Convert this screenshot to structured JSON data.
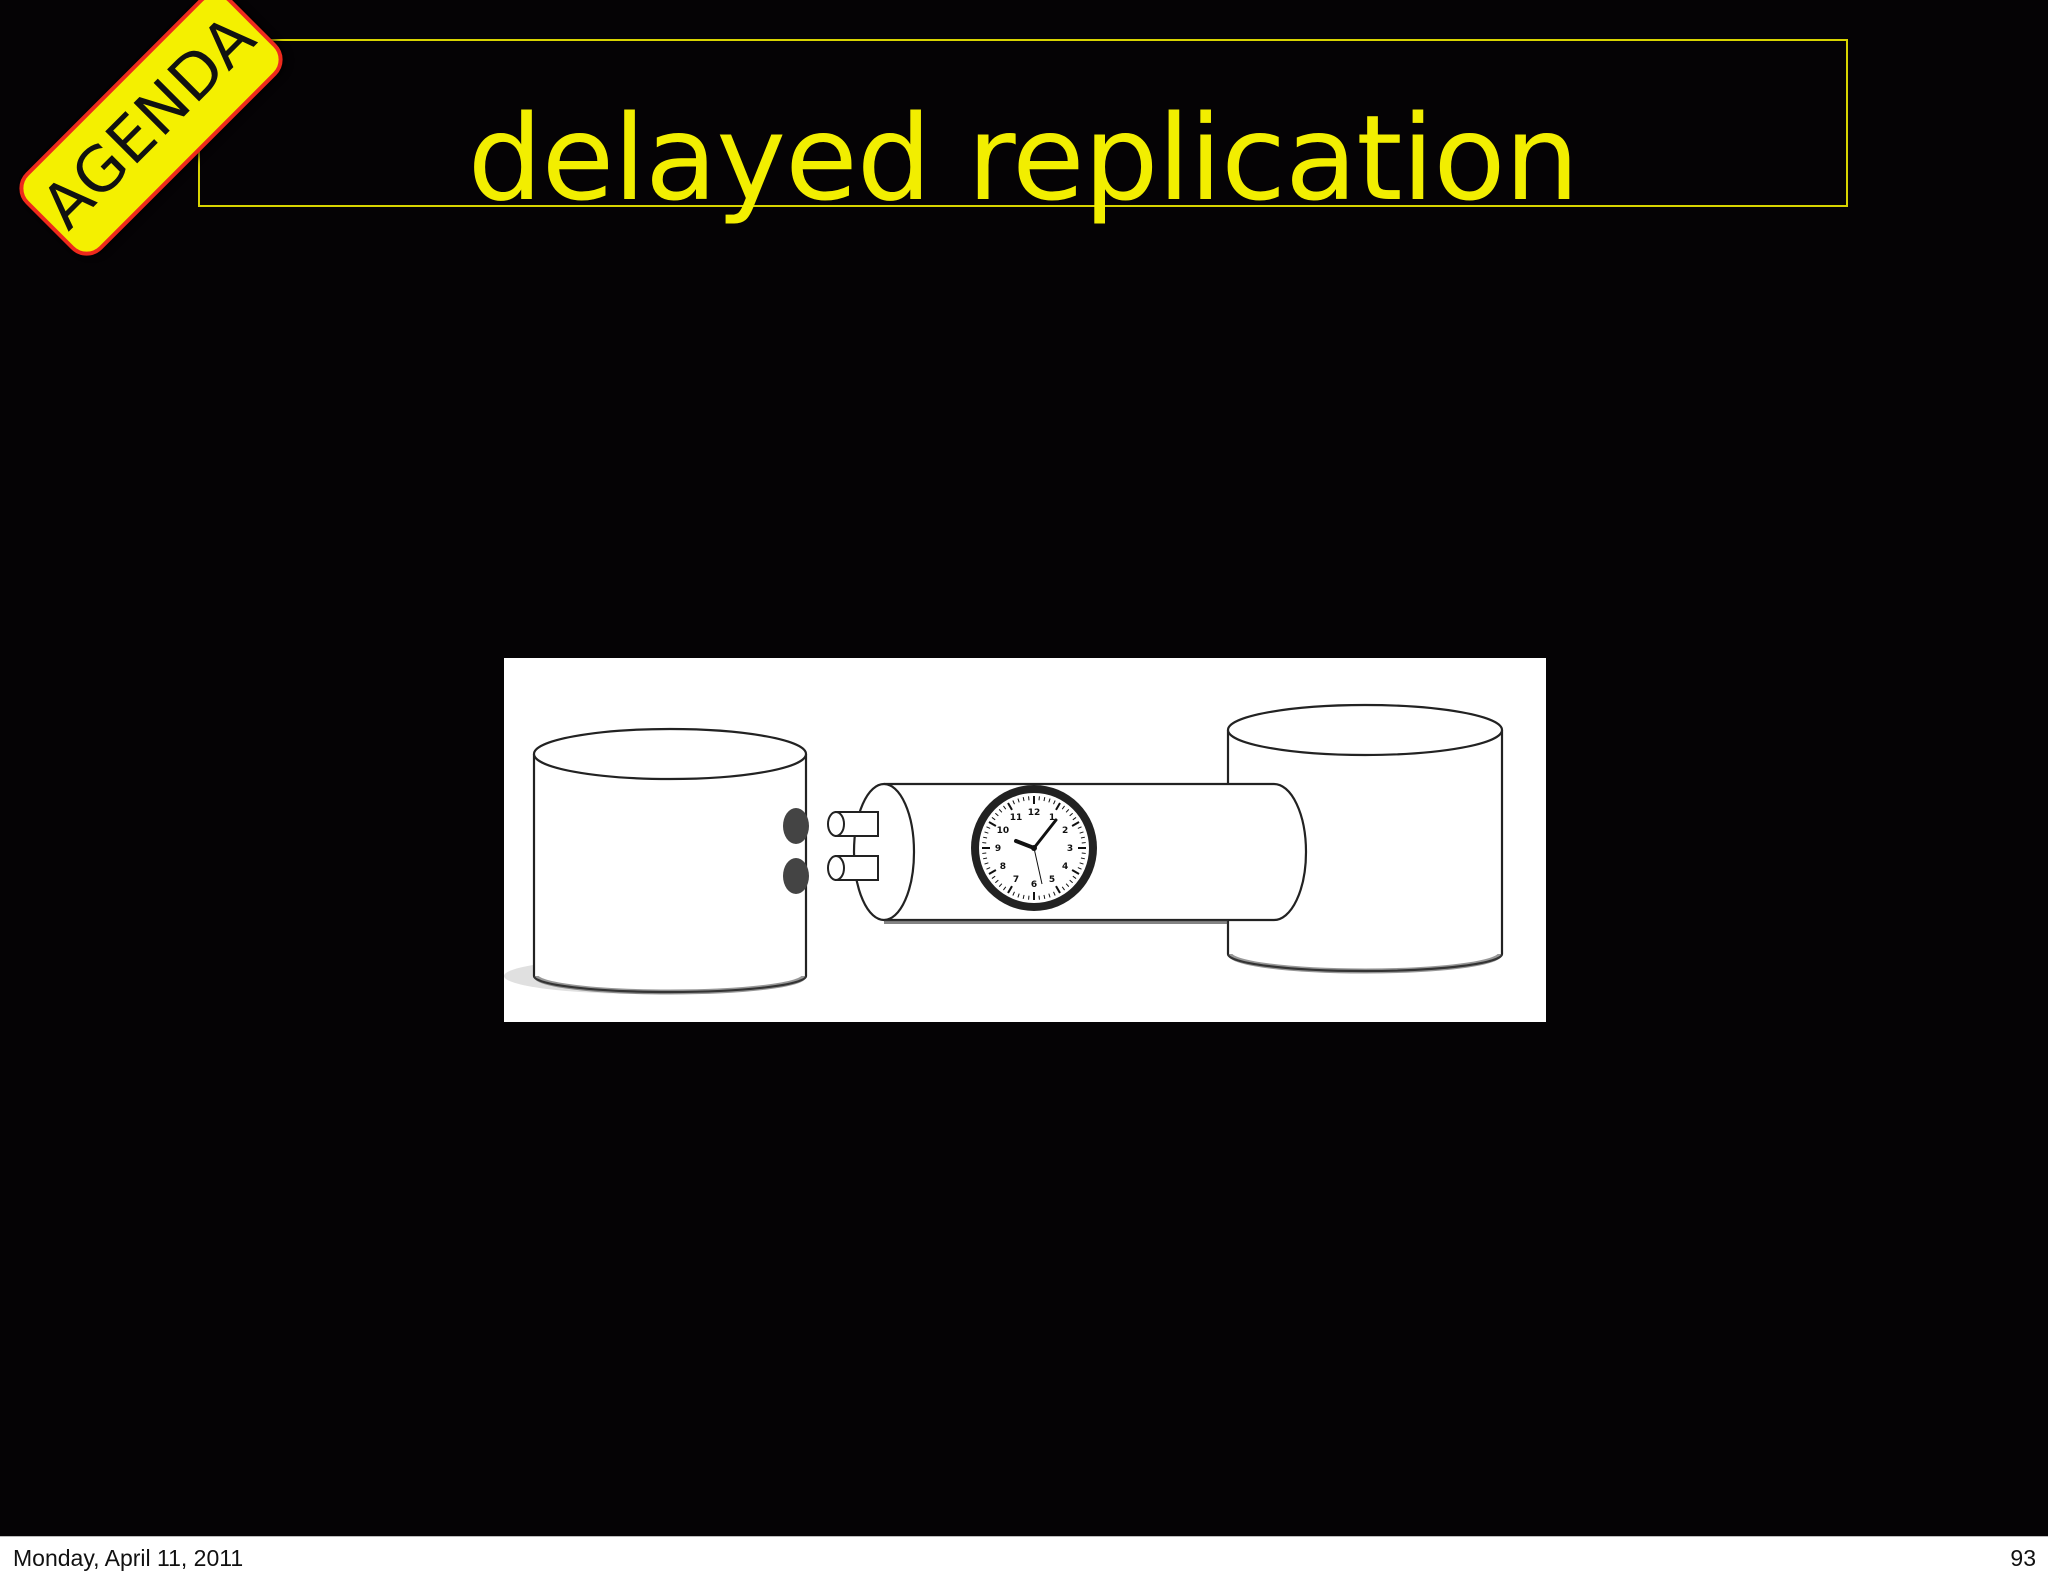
{
  "slide": {
    "title": "delayed replication",
    "badge": "AGENDA"
  },
  "figure": {
    "icons": [
      "database-cylinder-icon",
      "pipe-icon",
      "clock-icon",
      "database-cylinder-icon"
    ],
    "clock_numbers": [
      "12",
      "1",
      "2",
      "3",
      "4",
      "5",
      "6",
      "7",
      "8",
      "9",
      "10",
      "11"
    ]
  },
  "footer": {
    "date": "Monday, April 11, 2011",
    "page_number": "93"
  },
  "colors": {
    "background": "#050305",
    "title": "#f2ee00",
    "title_border": "#d8d400",
    "badge_fill": "#f4f000",
    "badge_border": "#ee2a1c"
  }
}
